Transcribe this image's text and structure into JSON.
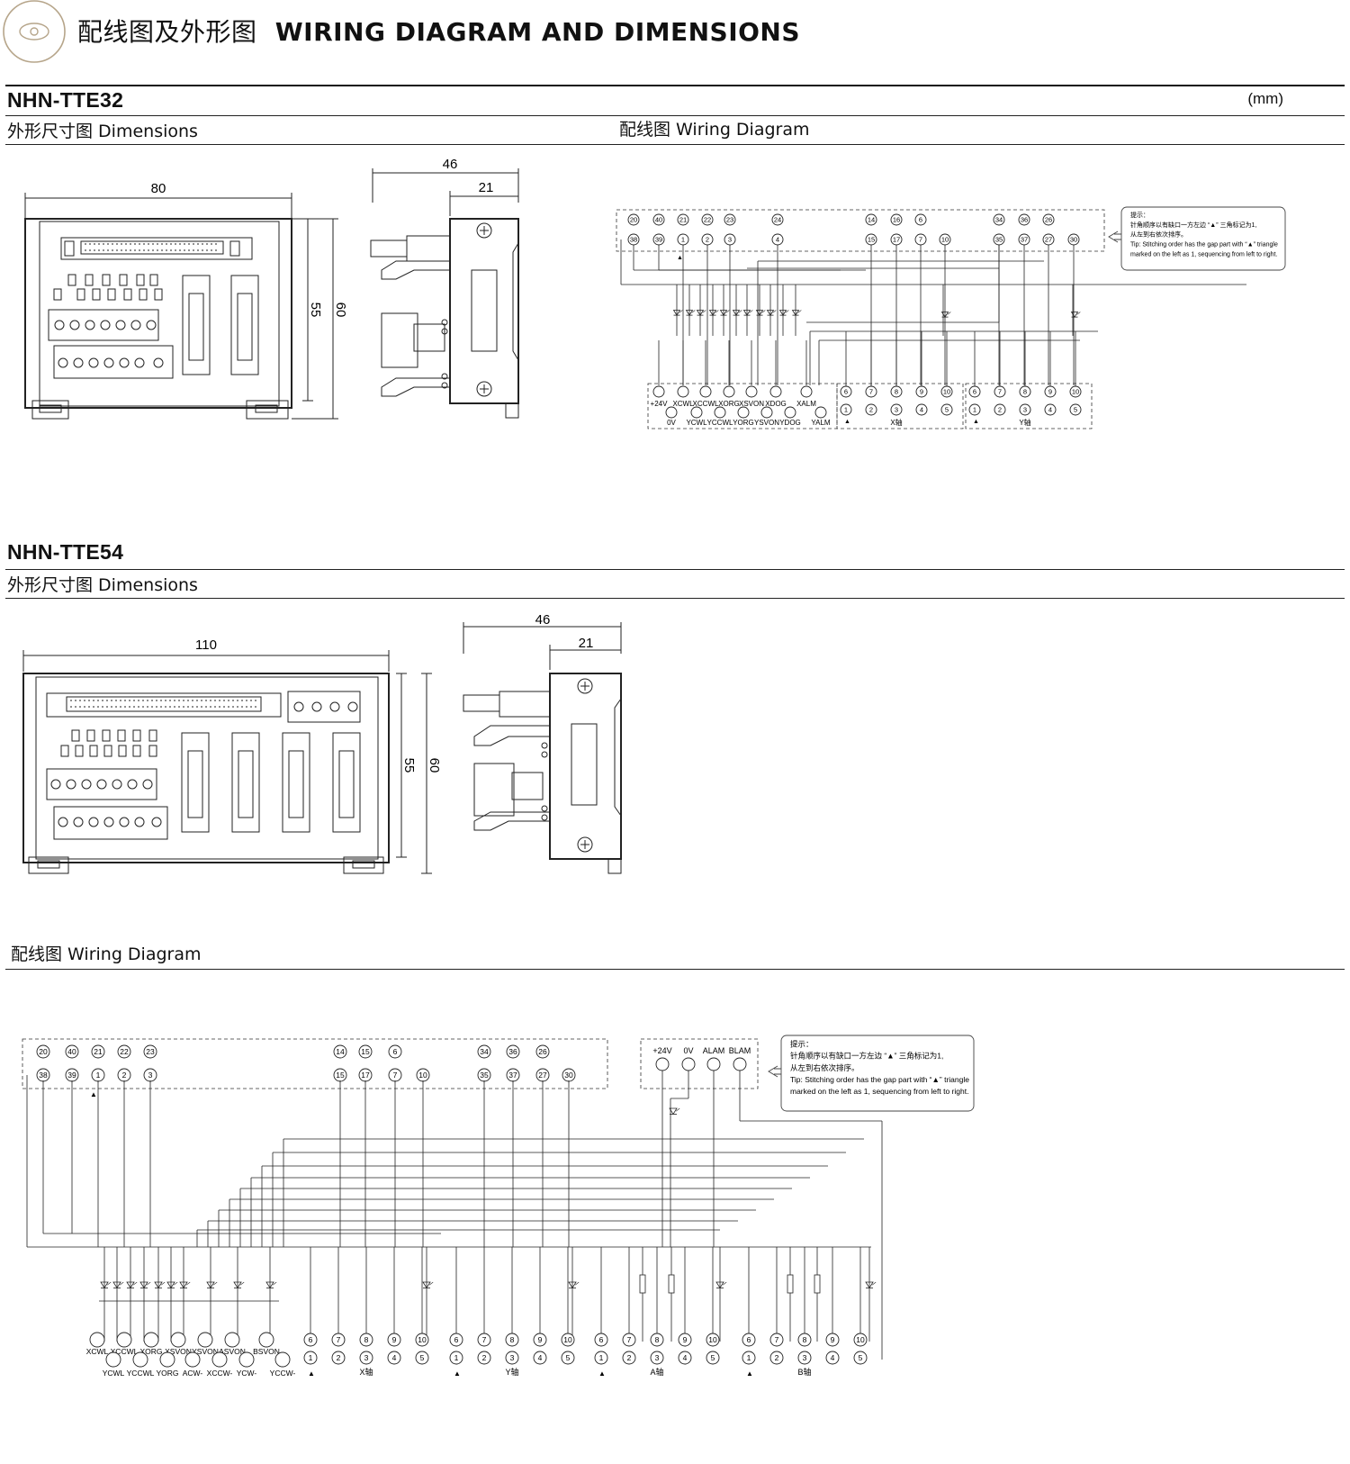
{
  "header": {
    "title_cn": "配线图及外形图",
    "title_en": "WIRING DIAGRAM AND DIMENSIONS"
  },
  "units": "(mm)",
  "section_tte32": {
    "model": "NHN-TTE32",
    "dimensions_label": "外形尺寸图 Dimensions",
    "wiring_label": "配线图 Wiring Diagram",
    "dim_front_width": "80",
    "dim_front_inner_height": "55",
    "dim_front_outer_height": "60",
    "dim_side_width": "46",
    "dim_side_rail": "21"
  },
  "section_tte54": {
    "model": "NHN-TTE54",
    "dimensions_label": "外形尺寸图 Dimensions",
    "wiring_label": "配线图 Wiring Diagram",
    "dim_front_width": "110",
    "dim_front_inner_height": "55",
    "dim_front_outer_height": "60",
    "dim_side_width": "46",
    "dim_side_rail": "21"
  },
  "tip": {
    "title": "提示：",
    "line_cn_1": "针角顺序以有缺口一方左边 “▲” 三角标记为1,",
    "line_cn_2": "从左到右依次排序。",
    "line_en_1": "Tip: Stitching order has the gap part with “▲” triangle",
    "line_en_2": "marked on the left as 1, sequencing from left to right."
  },
  "wiring_tte32": {
    "connector_top": [
      "20",
      "40",
      "21",
      "22",
      "23",
      "24",
      "14",
      "16",
      "6",
      "34",
      "36",
      "26"
    ],
    "connector_bottom": [
      "38",
      "39",
      "1",
      "2",
      "3",
      "4",
      "15",
      "17",
      "7",
      "10",
      "35",
      "37",
      "27",
      "30"
    ],
    "io_upper": [
      "+24V",
      "XCWL",
      "XCCWL",
      "XORG",
      "XSVON",
      "XDOG",
      "XALM"
    ],
    "io_lower": [
      "0V",
      "YCWL",
      "YCCWL",
      "YORG",
      "YSVON",
      "YDOG",
      "YALM"
    ],
    "axis_pins_upper": [
      "6",
      "7",
      "8",
      "9",
      "10"
    ],
    "axis_pins_lower": [
      "1",
      "2",
      "3",
      "4",
      "5"
    ],
    "axis_x": "X轴",
    "axis_y": "Y轴"
  },
  "wiring_tte54": {
    "connector_top": [
      "20",
      "40",
      "21",
      "22",
      "23",
      "14",
      "15",
      "6",
      "34",
      "36",
      "26"
    ],
    "connector_bottom": [
      "38",
      "39",
      "1",
      "2",
      "3",
      "15",
      "17",
      "7",
      "10",
      "35",
      "37",
      "27",
      "30"
    ],
    "power": [
      "+24V",
      "0V",
      "ALAM",
      "BLAM"
    ],
    "io_upper": [
      "XCWL",
      "XCCWL",
      "XORG",
      "XSVON",
      "YSVON",
      "ASVON",
      "BSVON"
    ],
    "io_lower": [
      "YCWL",
      "YCCWL",
      "YORG",
      "ACW-",
      "XCCW-",
      "YCW-",
      "YCCW-"
    ],
    "axis_pins_upper": [
      "6",
      "7",
      "8",
      "9",
      "10"
    ],
    "axis_pins_lower": [
      "1",
      "2",
      "3",
      "4",
      "5"
    ],
    "axis_x": "X轴",
    "axis_y": "Y轴",
    "axis_a": "A轴",
    "axis_b": "B轴"
  }
}
